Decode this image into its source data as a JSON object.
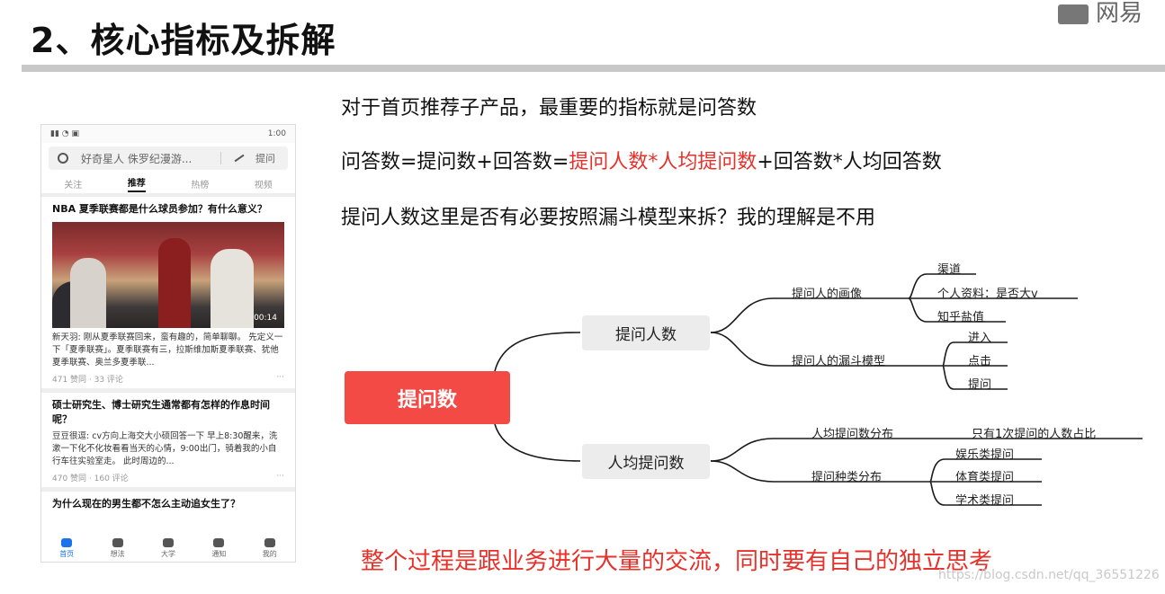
{
  "slide": {
    "title": "2、核心指标及拆解",
    "brand": "网易",
    "watermark": "https://blog.csdn.net/qq_36551226"
  },
  "phone": {
    "status_time": "1:00",
    "search_placeholder": "好奇星人 侏罗纪漫游...",
    "ask_label": "提问",
    "tabs": [
      "关注",
      "推荐",
      "热榜",
      "视频"
    ],
    "active_tab": "推荐",
    "feed": [
      {
        "title": "NBA 夏季联赛都是什么球员参加？有什么意义？",
        "has_video": true,
        "duration": "00:14",
        "excerpt": "新天羽: 刚从夏季联赛回来，蛮有趣的，简单聊聊。 先定义一下「夏季联赛」。夏季联赛有三，拉斯维加斯夏季联赛、犹他夏季联赛、奥兰多夏季联...",
        "meta": "471 赞同 · 33 评论"
      },
      {
        "title": "硕士研究生、博士研究生通常都有怎样的作息时间呢？",
        "has_video": false,
        "excerpt": "豆豆很逗: cv方向上海交大小硕回答一下 早上8:30醒来，洗漱一下化不化妆看看当天的心情，9:00出门，骑着我的小自行车往实验室走。 此时周边的...",
        "meta": "470 赞同 · 160 评论"
      },
      {
        "title": "为什么现在的男生都不怎么主动追女生了？",
        "has_video": false,
        "excerpt": "",
        "meta": ""
      }
    ],
    "nav": [
      {
        "label": "首页",
        "icon": "home-icon",
        "active": true
      },
      {
        "label": "想法",
        "icon": "idea-icon",
        "active": false
      },
      {
        "label": "大学",
        "icon": "graduation-cap-icon",
        "active": false
      },
      {
        "label": "通知",
        "icon": "bell-icon",
        "active": false
      },
      {
        "label": "我的",
        "icon": "user-icon",
        "active": false
      }
    ]
  },
  "text": {
    "line1": "对于首页推荐子产品，最重要的指标就是问答数",
    "line2_a": "问答数=提问数+回答数=",
    "line2_b": "提问人数*人均提问数",
    "line2_c": "+回答数*人均回答数",
    "line3": "提问人数这里是否有必要按照漏斗模型来拆？我的理解是不用",
    "conclusion": "整个过程是跟业务进行大量的交流，同时要有自己的独立思考"
  },
  "mindmap": {
    "root": "提问数",
    "branch1": "提问人数",
    "branch1_sub1": "提问人的画像",
    "branch1_sub1_leaves": [
      "渠道",
      "个人资料：是否大v",
      "知乎盐值"
    ],
    "branch1_sub2": "提问人的漏斗模型",
    "branch1_sub2_leaves": [
      "进入",
      "点击",
      "提问"
    ],
    "branch2": "人均提问数",
    "branch2_sub1": "人均提问数分布",
    "branch2_sub1_leaf": "只有1次提问的人数占比",
    "branch2_sub2": "提问种类分布",
    "branch2_sub2_leaves": [
      "娱乐类提问",
      "体育类提问",
      "学术类提问"
    ],
    "accent_color": "#f44a45",
    "node_color": "#ececec"
  }
}
